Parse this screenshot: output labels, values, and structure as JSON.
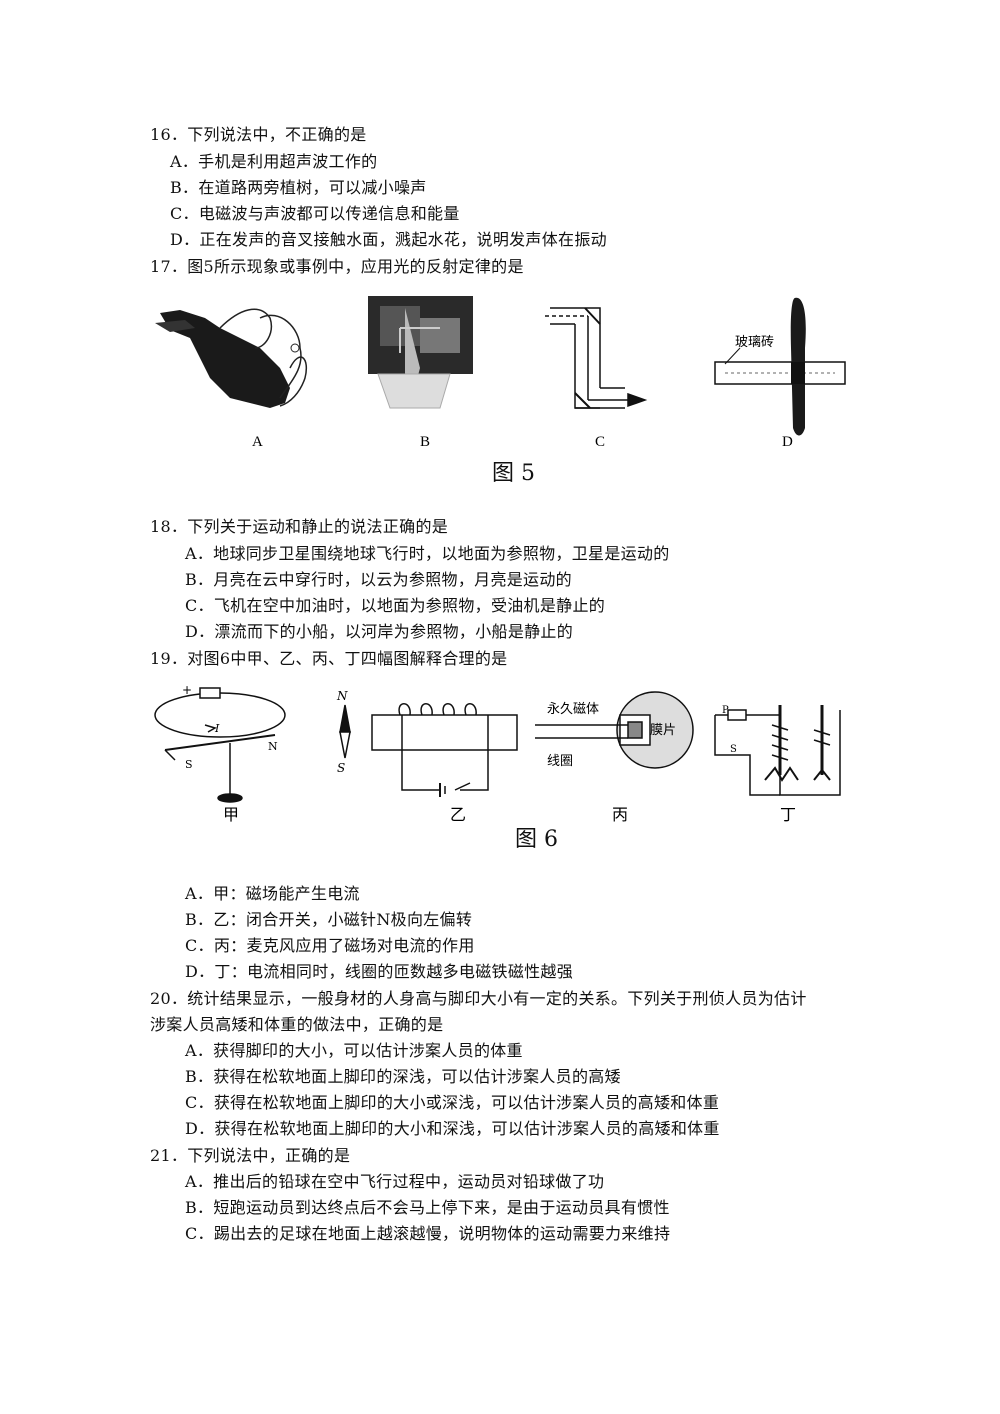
{
  "q16": {
    "stem": "16．下列说法中，不正确的是",
    "options": [
      "A．手机是利用超声波工作的",
      "B．在道路两旁植树，可以减小噪声",
      "C．电磁波与声波都可以传递信息和能量",
      "D．正在发声的音叉接触水面，溅起水花，说明发声体在振动"
    ]
  },
  "q17": {
    "stem": "17．图5所示现象或事例中，应用光的反射定律的是",
    "figure": {
      "caption": "图 5",
      "labels": [
        "A",
        "B",
        "C",
        "D"
      ],
      "glass_label": "玻璃砖"
    }
  },
  "q18": {
    "stem": "18．下列关于运动和静止的说法正确的是",
    "options": [
      "A．地球同步卫星围绕地球飞行时，以地面为参照物，卫星是运动的",
      "B．月亮在云中穿行时，以云为参照物，月亮是运动的",
      "C．飞机在空中加油时，以地面为参照物，受油机是静止的",
      "D．漂流而下的小船，以河岸为参照物，小船是静止的"
    ]
  },
  "q19": {
    "stem": "19．对图6中甲、乙、丙、丁四幅图解释合理的是",
    "figure": {
      "caption": "图 6",
      "labels": [
        "甲",
        "乙",
        "丙",
        "丁"
      ],
      "magnet_label": "永久磁体",
      "membrane_label": "膜片",
      "coil_label": "线圈",
      "north": "N",
      "south": "S"
    },
    "options": [
      "A．甲：磁场能产生电流",
      "B．乙：闭合开关，小磁针N极向左偏转",
      "C．丙：麦克风应用了磁场对电流的作用",
      "D．丁：电流相同时，线圈的匝数越多电磁铁磁性越强"
    ]
  },
  "q20": {
    "stem_line1": "20．统计结果显示，一般身材的人身高与脚印大小有一定的关系。下列关于刑侦人员为估计",
    "stem_line2": "涉案人员高矮和体重的做法中，正确的是",
    "options": [
      "A．获得脚印的大小，可以估计涉案人员的体重",
      "B．获得在松软地面上脚印的深浅，可以估计涉案人员的高矮",
      "C．获得在松软地面上脚印的大小或深浅，可以估计涉案人员的高矮和体重",
      "D．获得在松软地面上脚印的大小和深浅，可以估计涉案人员的高矮和体重"
    ]
  },
  "q21": {
    "stem": "21．下列说法中，正确的是",
    "options": [
      "A．推出后的铅球在空中飞行过程中，运动员对铅球做了功",
      "B．短跑运动员到达终点后不会马上停下来，是由于运动员具有惯性",
      "C．踢出去的足球在地面上越滚越慢，说明物体的运动需要力来维持"
    ]
  }
}
